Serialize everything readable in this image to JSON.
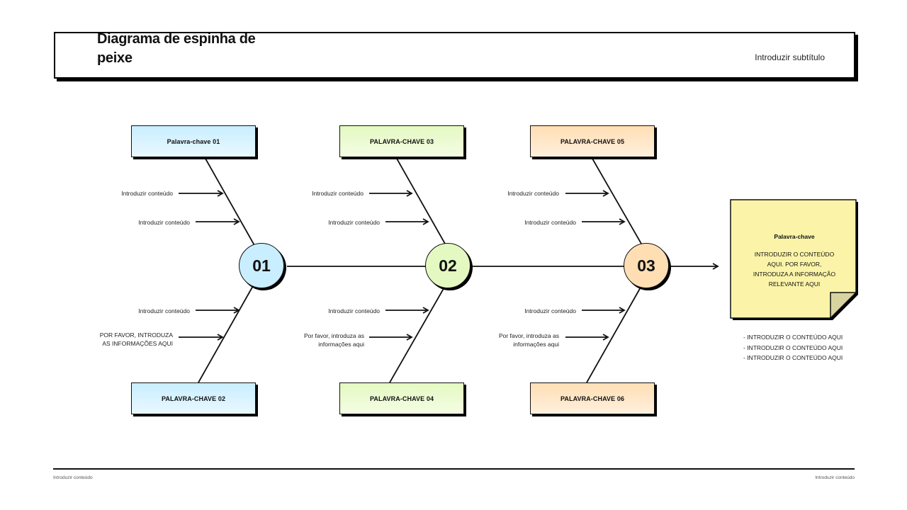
{
  "header": {
    "title": "Diagrama de espinha de peixe",
    "subtitle": "Introduzir subtítulo"
  },
  "keywords": {
    "k01": "Palavra-chave 01",
    "k02": "PALAVRA-CHAVE 02",
    "k03": "PALAVRA-CHAVE 03",
    "k04": "PALAVRA-CHAVE 04",
    "k05": "PALAVRA-CHAVE 05",
    "k06": "PALAVRA-CHAVE 06"
  },
  "nodes": [
    "01",
    "02",
    "03"
  ],
  "labels": {
    "content": "Introduzir conteúdo",
    "please_upper": "POR FAVOR, INTRODUZA AS INFORMAÇÕES AQUI",
    "please_lower": "Por favor, introduza as informações aqui"
  },
  "note": {
    "title": "Palavra-chave",
    "body": "INTRODUZIR O CONTEÚDO AQUI. POR FAVOR, INTRODUZA A INFORMAÇÃO RELEVANTE AQUI",
    "bullets": [
      "- INTRODUZIR O CONTEÚDO AQUI",
      "- INTRODUZIR O CONTEÚDO AQUI",
      "- INTRODUZIR O CONTEÚDO AQUI"
    ]
  },
  "footer": {
    "left": "Introduzir conteúdo",
    "right": "Introduzir conteúdo"
  },
  "colors": {
    "blue": "#c9eeff",
    "green": "#e4f9c2",
    "orange": "#ffdeb4",
    "note": "#fbf4a8"
  }
}
